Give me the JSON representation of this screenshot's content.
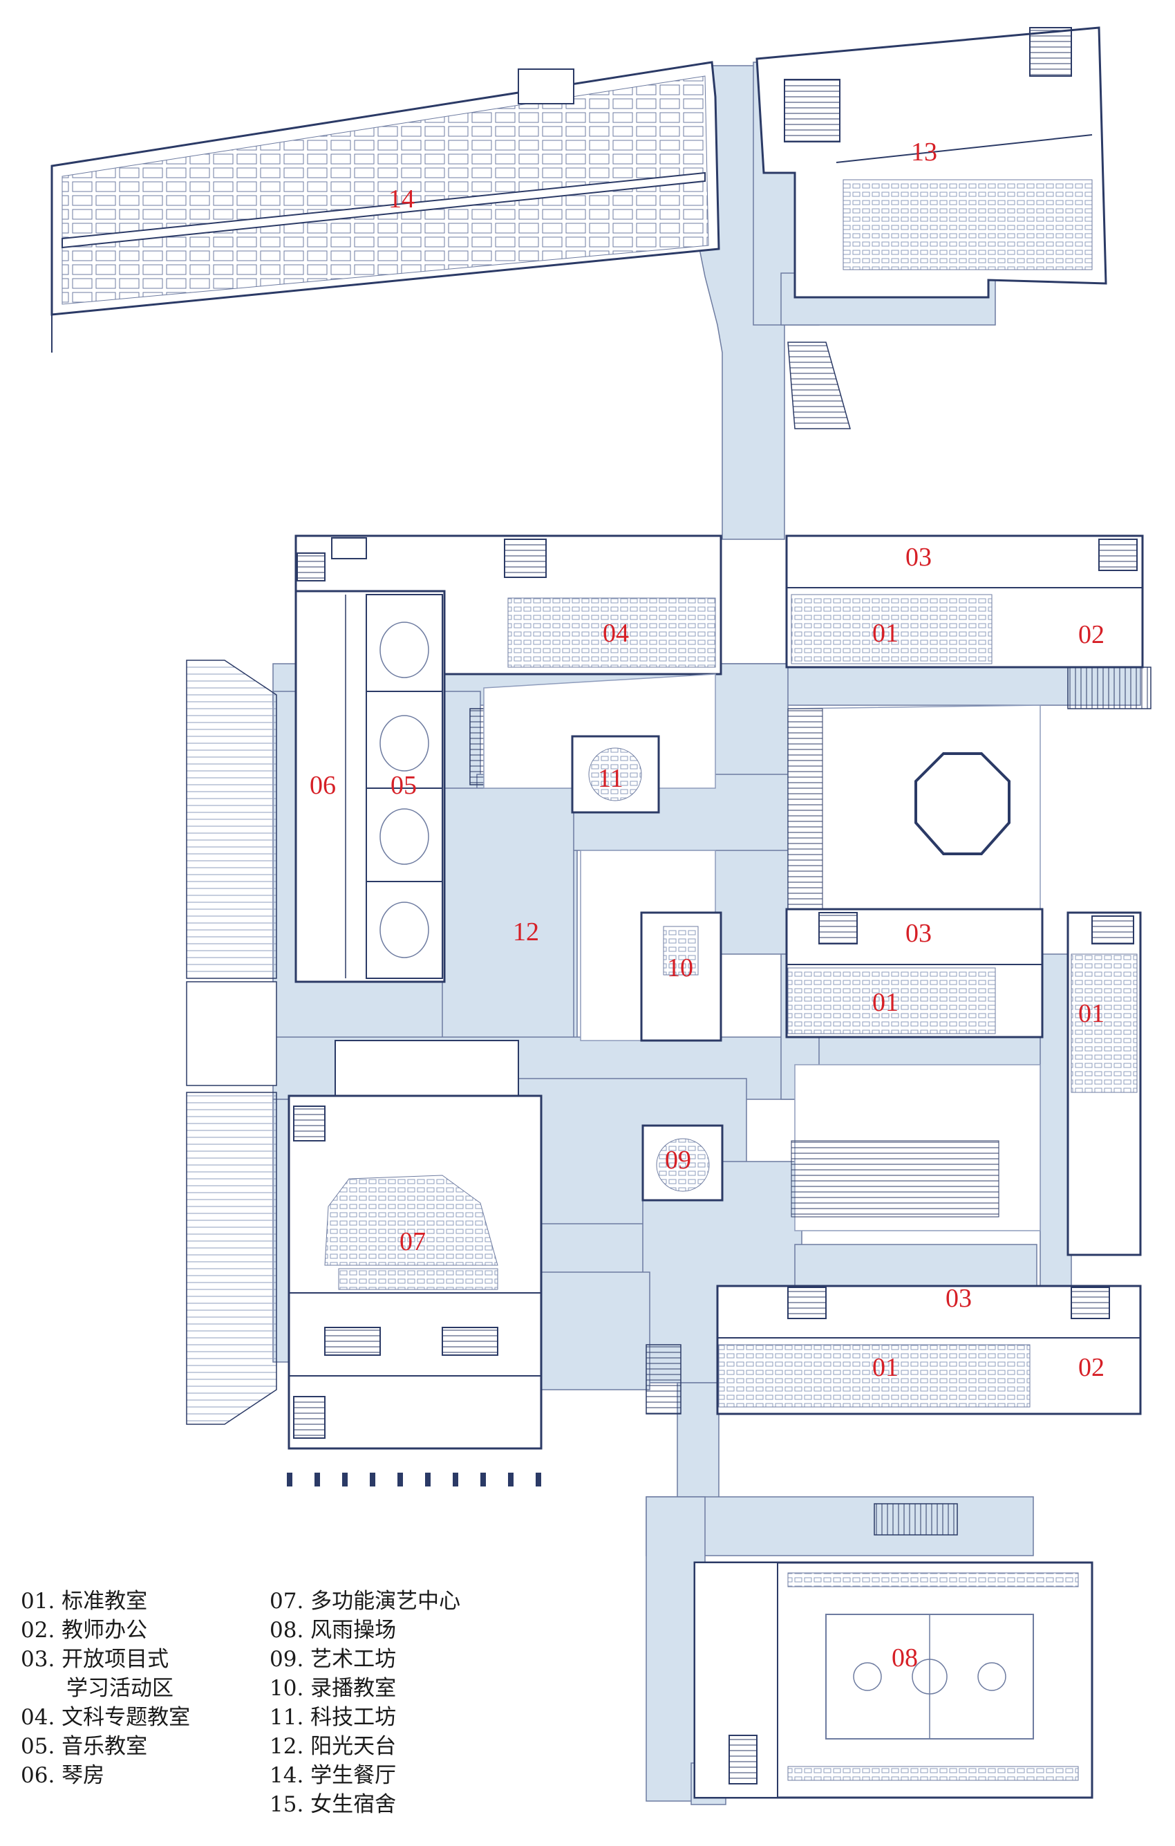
{
  "colors": {
    "corridor": "#d4e1ee",
    "wall": "#2b3a66",
    "wall_light": "#8e9cbc",
    "room_line": "#6d7ba0",
    "label": "#d61f26",
    "legend_text": "#1a1a1a"
  },
  "zones": [
    {
      "id": "14",
      "name": "dining-hall"
    },
    {
      "id": "13",
      "name": "dormitory"
    },
    {
      "id": "03",
      "name": "open-learning-north"
    },
    {
      "id": "04",
      "name": "liberal-arts-classroom"
    },
    {
      "id": "01",
      "name": "classroom-north"
    },
    {
      "id": "02",
      "name": "office-north"
    },
    {
      "id": "06",
      "name": "piano-room"
    },
    {
      "id": "05",
      "name": "music-classroom"
    },
    {
      "id": "11",
      "name": "tech-workshop"
    },
    {
      "id": "12",
      "name": "sun-terrace"
    },
    {
      "id": "03",
      "name": "open-learning-middle"
    },
    {
      "id": "10",
      "name": "recording-classroom"
    },
    {
      "id": "01",
      "name": "classroom-middle"
    },
    {
      "id": "01",
      "name": "classroom-east"
    },
    {
      "id": "09",
      "name": "art-workshop"
    },
    {
      "id": "07",
      "name": "performing-arts-center"
    },
    {
      "id": "03",
      "name": "open-learning-south"
    },
    {
      "id": "01",
      "name": "classroom-south"
    },
    {
      "id": "02",
      "name": "office-south"
    },
    {
      "id": "08",
      "name": "sports-ground"
    }
  ],
  "legend": {
    "left": [
      "01. 标准教室",
      "02. 教师办公",
      "03. 开放项目式",
      "学习活动区",
      "04. 文科专题教室",
      "05. 音乐教室",
      "06. 琴房"
    ],
    "right": [
      "07. 多功能演艺中心",
      "08. 风雨操场",
      "09. 艺术工坊",
      "10. 录播教室",
      "11. 科技工坊",
      "12. 阳光天台",
      "14. 学生餐厅",
      "15. 女生宿舍"
    ]
  }
}
